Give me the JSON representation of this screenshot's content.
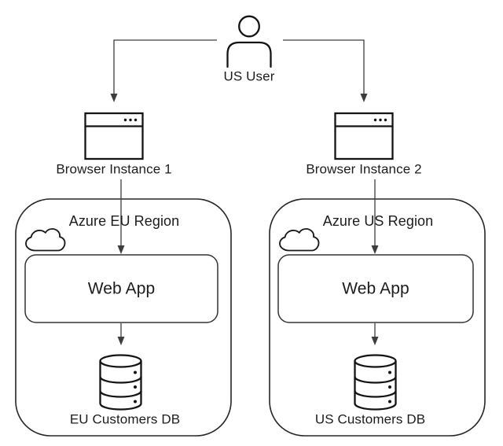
{
  "colors": {
    "background": "#ffffff",
    "icon_stroke": "#141414",
    "connector": "#3d3d3d",
    "region_border": "#262626",
    "text": "#1c1c1c"
  },
  "user": {
    "label": "US User",
    "icon": "person-icon"
  },
  "browsers": [
    {
      "label": "Browser Instance 1",
      "icon": "browser-window-icon"
    },
    {
      "label": "Browser Instance 2",
      "icon": "browser-window-icon"
    }
  ],
  "regions": [
    {
      "label": "Azure EU Region",
      "region_icon": "cloud-icon",
      "web_app": {
        "label": "Web App"
      },
      "database": {
        "label": "EU Customers DB",
        "icon": "database-cylinder-icon"
      }
    },
    {
      "label": "Azure US Region",
      "region_icon": "cloud-icon",
      "web_app": {
        "label": "Web App"
      },
      "database": {
        "label": "US Customers DB",
        "icon": "database-cylinder-icon"
      }
    }
  ],
  "connections": [
    {
      "from": "US User",
      "to": "Browser Instance 1"
    },
    {
      "from": "US User",
      "to": "Browser Instance 2"
    },
    {
      "from": "Browser Instance 1",
      "to": "Web App (Azure EU Region)"
    },
    {
      "from": "Browser Instance 2",
      "to": "Web App (Azure US Region)"
    },
    {
      "from": "Web App (Azure EU Region)",
      "to": "EU Customers DB"
    },
    {
      "from": "Web App (Azure US Region)",
      "to": "US Customers DB"
    }
  ]
}
